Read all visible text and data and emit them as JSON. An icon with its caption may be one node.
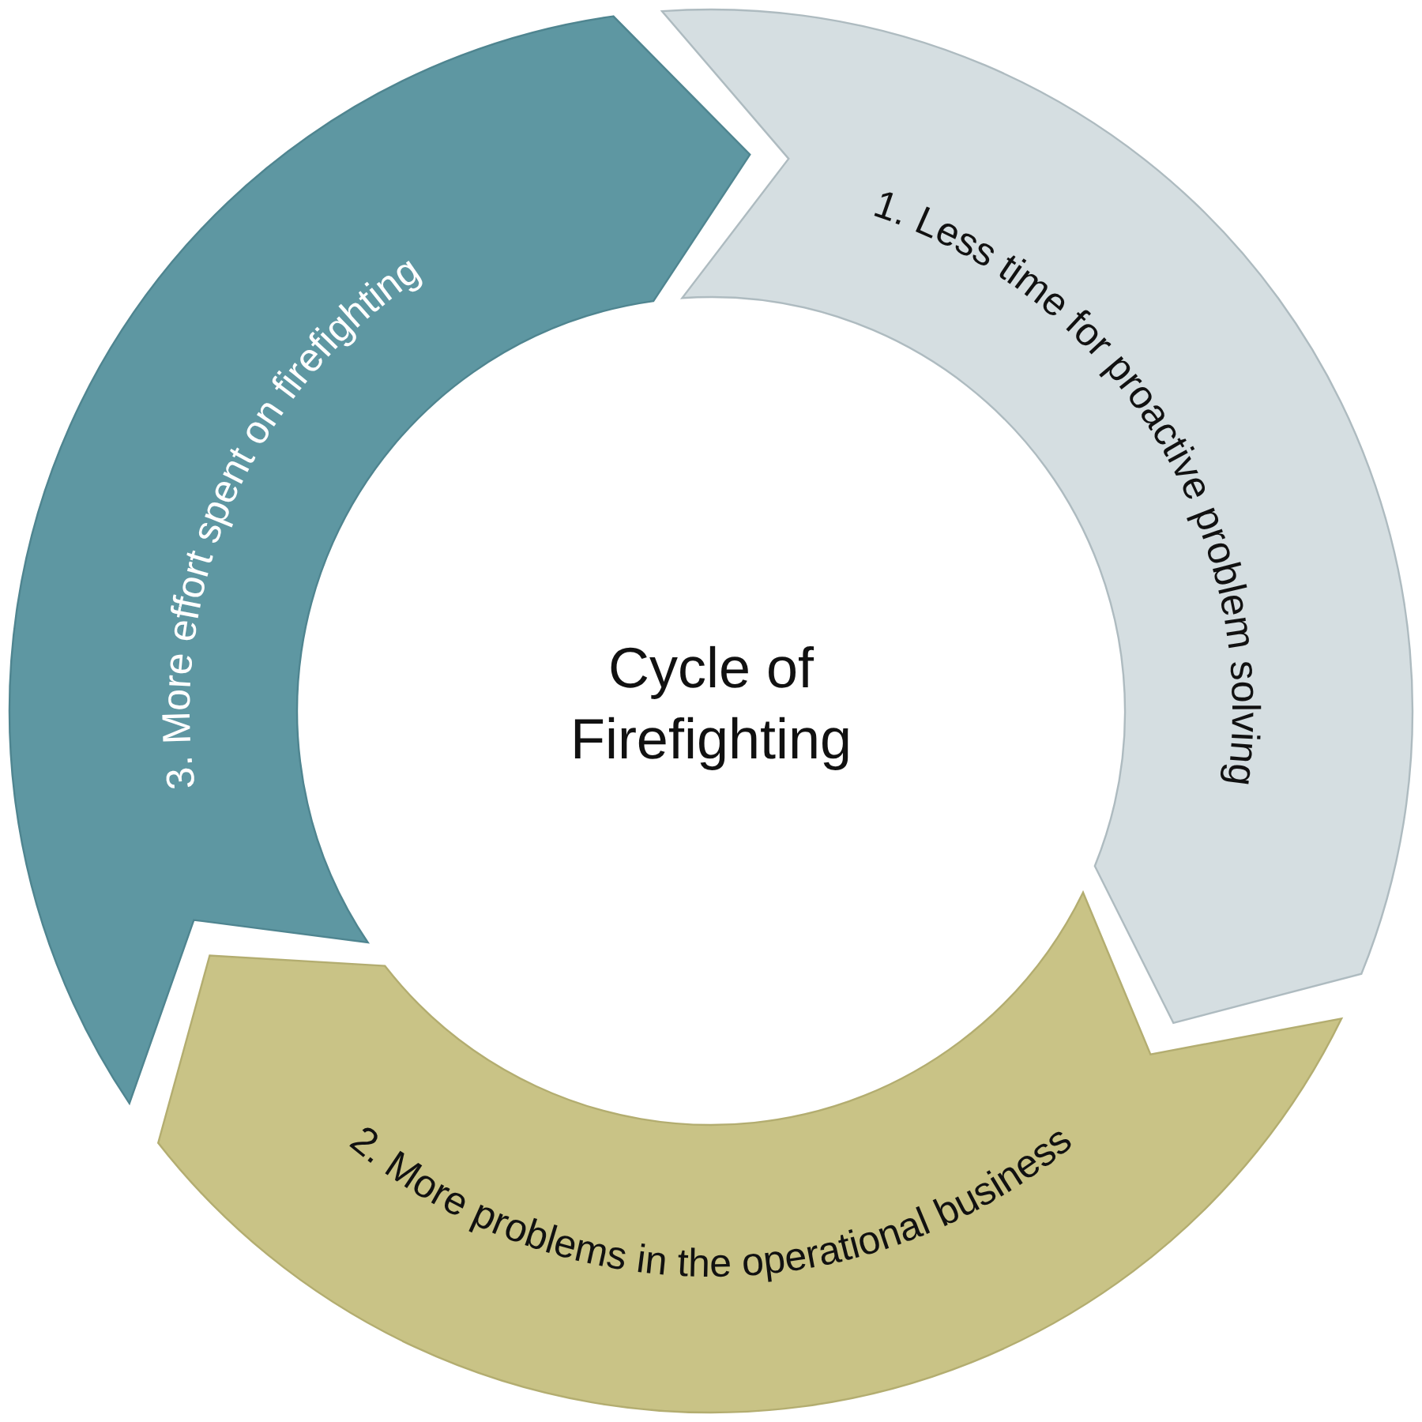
{
  "diagram": {
    "title": "Cycle of Firefighting",
    "nodes": [
      {
        "text": [
          "1. Less time for proactive problem solving"
        ]
      },
      {
        "text": [
          "2. More problems in the operational business"
        ]
      },
      {
        "text": [
          "3. More effort spent on firefighting"
        ]
      }
    ]
  }
}
